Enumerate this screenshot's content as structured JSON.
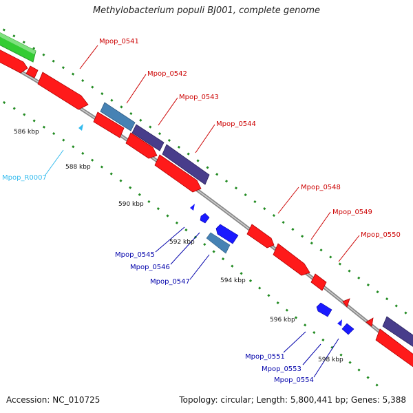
{
  "title": "Methylobacterium populi BJ001, complete genome",
  "footer": {
    "accession": "Accession: NC_010725",
    "info": "Topology: circular; Length: 5,800,441 bp; Genes: 5,388"
  },
  "colors": {
    "forward_cds": "#ff1a1a",
    "reverse_cds": "#1a1aff",
    "steelblue_feature": "#4682b4",
    "purple_feature": "#483d8b",
    "green_feature": "#33cc33",
    "rna_feature": "#33bbee",
    "backbone": "#888888",
    "tick": "#228b22",
    "forward_label": "#cc0000",
    "reverse_label": "#0000aa",
    "rna_label": "#33bbee"
  },
  "ticks": [
    {
      "label": "586 kbp"
    },
    {
      "label": "588 kbp"
    },
    {
      "label": "590 kbp"
    },
    {
      "label": "592 kbp"
    },
    {
      "label": "594 kbp"
    },
    {
      "label": "596 kbp"
    },
    {
      "label": "598 kbp"
    }
  ],
  "genes": [
    {
      "label": "Mpop_0541",
      "strand": "forward"
    },
    {
      "label": "Mpop_0542",
      "strand": "forward"
    },
    {
      "label": "Mpop_0543",
      "strand": "forward"
    },
    {
      "label": "Mpop_0544",
      "strand": "forward"
    },
    {
      "label": "Mpop_0548",
      "strand": "forward"
    },
    {
      "label": "Mpop_0549",
      "strand": "forward"
    },
    {
      "label": "Mpop_0550",
      "strand": "forward"
    },
    {
      "label": "Mpop_R0007",
      "strand": "reverse",
      "type": "rna"
    },
    {
      "label": "Mpop_0545",
      "strand": "reverse"
    },
    {
      "label": "Mpop_0546",
      "strand": "reverse"
    },
    {
      "label": "Mpop_0547",
      "strand": "reverse"
    },
    {
      "label": "Mpop_0551",
      "strand": "reverse"
    },
    {
      "label": "Mpop_0553",
      "strand": "reverse"
    },
    {
      "label": "Mpop_0554",
      "strand": "reverse"
    }
  ]
}
